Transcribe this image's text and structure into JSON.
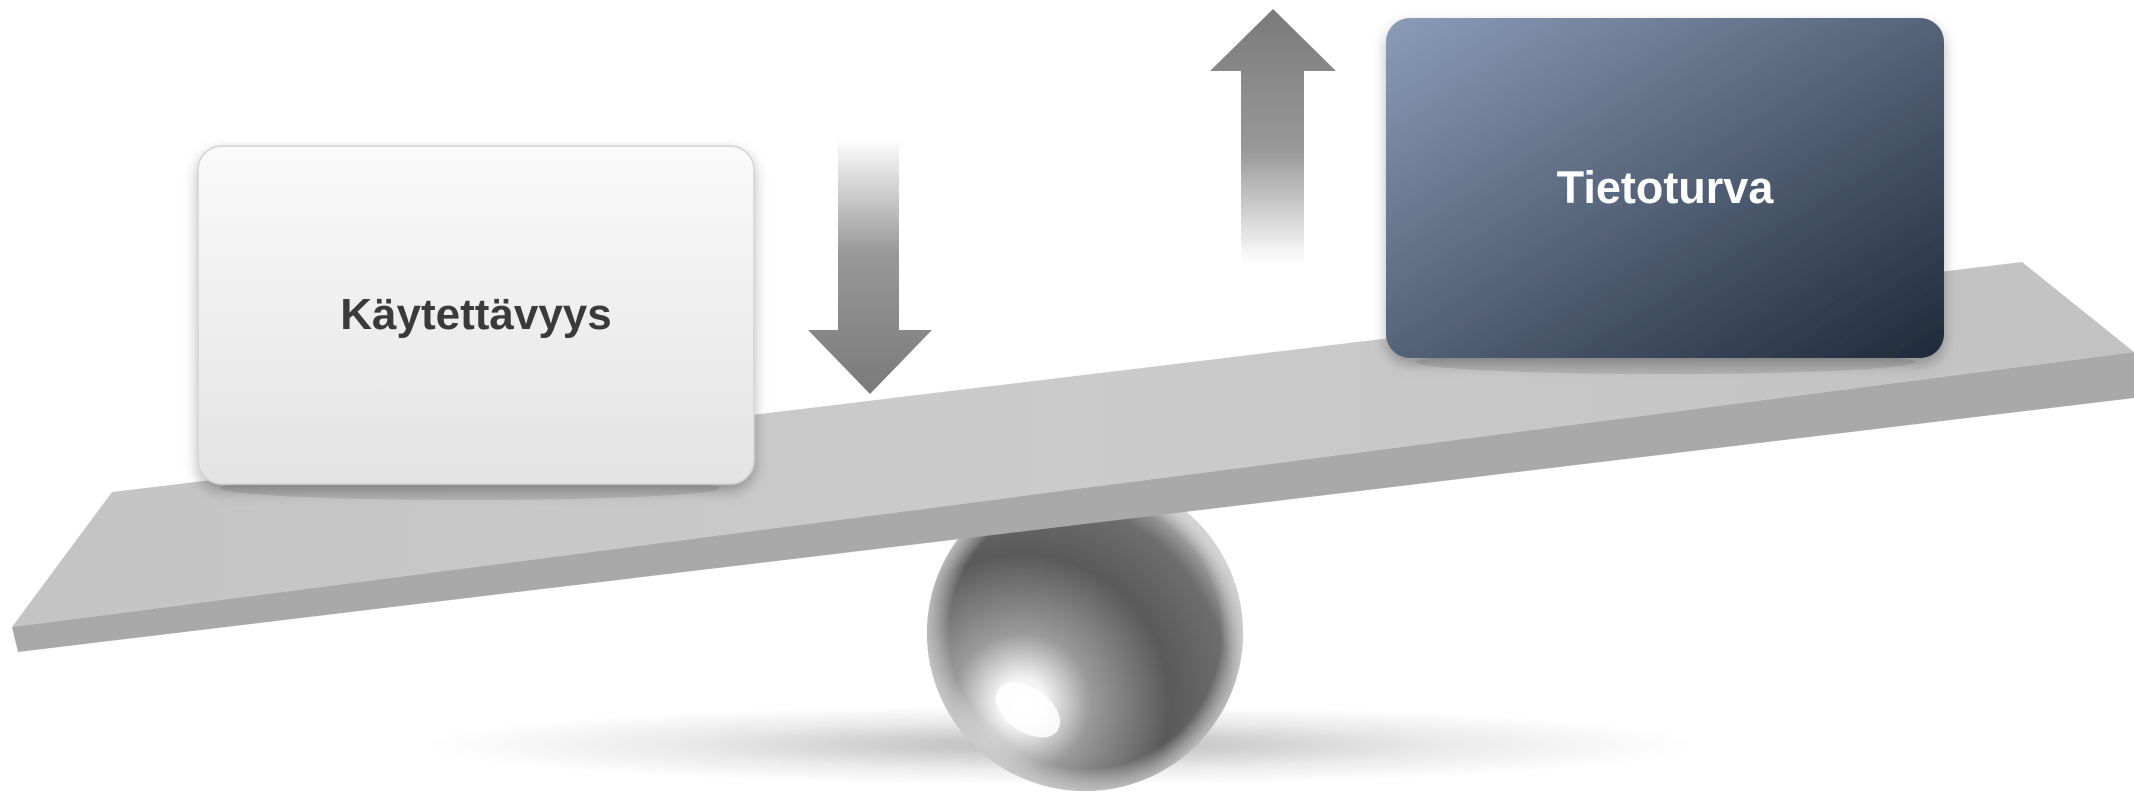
{
  "boxes": {
    "left": {
      "label": "Käytettävyys",
      "text_color": "#3a3a3a"
    },
    "right": {
      "label": "Tietoturva",
      "text_color": "#ffffff"
    }
  },
  "arrows": {
    "left": {
      "direction": "down",
      "icon": "arrow-down-icon"
    },
    "right": {
      "direction": "up",
      "icon": "arrow-up-icon"
    }
  },
  "colors": {
    "left_box_light": "#fafafa",
    "left_box_dark": "#e3e3e3",
    "right_box_light": "#8a9cb7",
    "right_box_dark": "#1f2a3a",
    "plank_top": "#c8c8c8",
    "plank_edge": "#a8a8a8",
    "arrow": "#7e7e7e"
  }
}
